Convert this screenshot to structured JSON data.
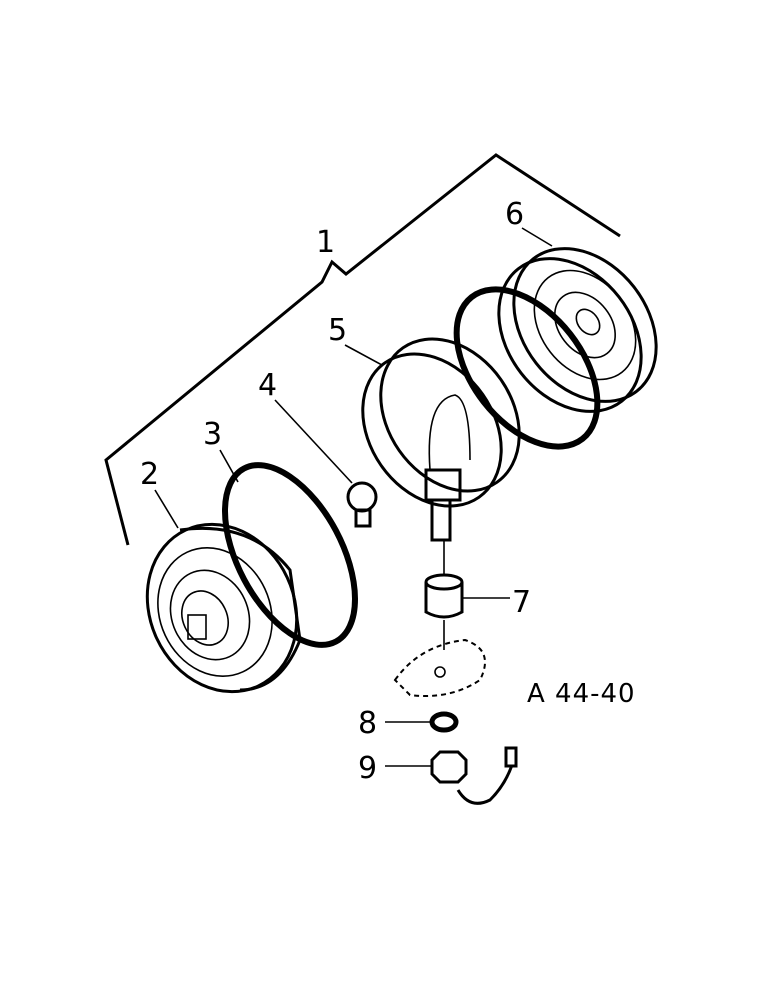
{
  "diagram": {
    "reference_code": "A 44-40",
    "callouts": [
      {
        "id": "1",
        "label": "1"
      },
      {
        "id": "2",
        "label": "2"
      },
      {
        "id": "3",
        "label": "3"
      },
      {
        "id": "4",
        "label": "4"
      },
      {
        "id": "5",
        "label": "5"
      },
      {
        "id": "6",
        "label": "6"
      },
      {
        "id": "7",
        "label": "7"
      },
      {
        "id": "8",
        "label": "8"
      },
      {
        "id": "9",
        "label": "9"
      }
    ]
  }
}
